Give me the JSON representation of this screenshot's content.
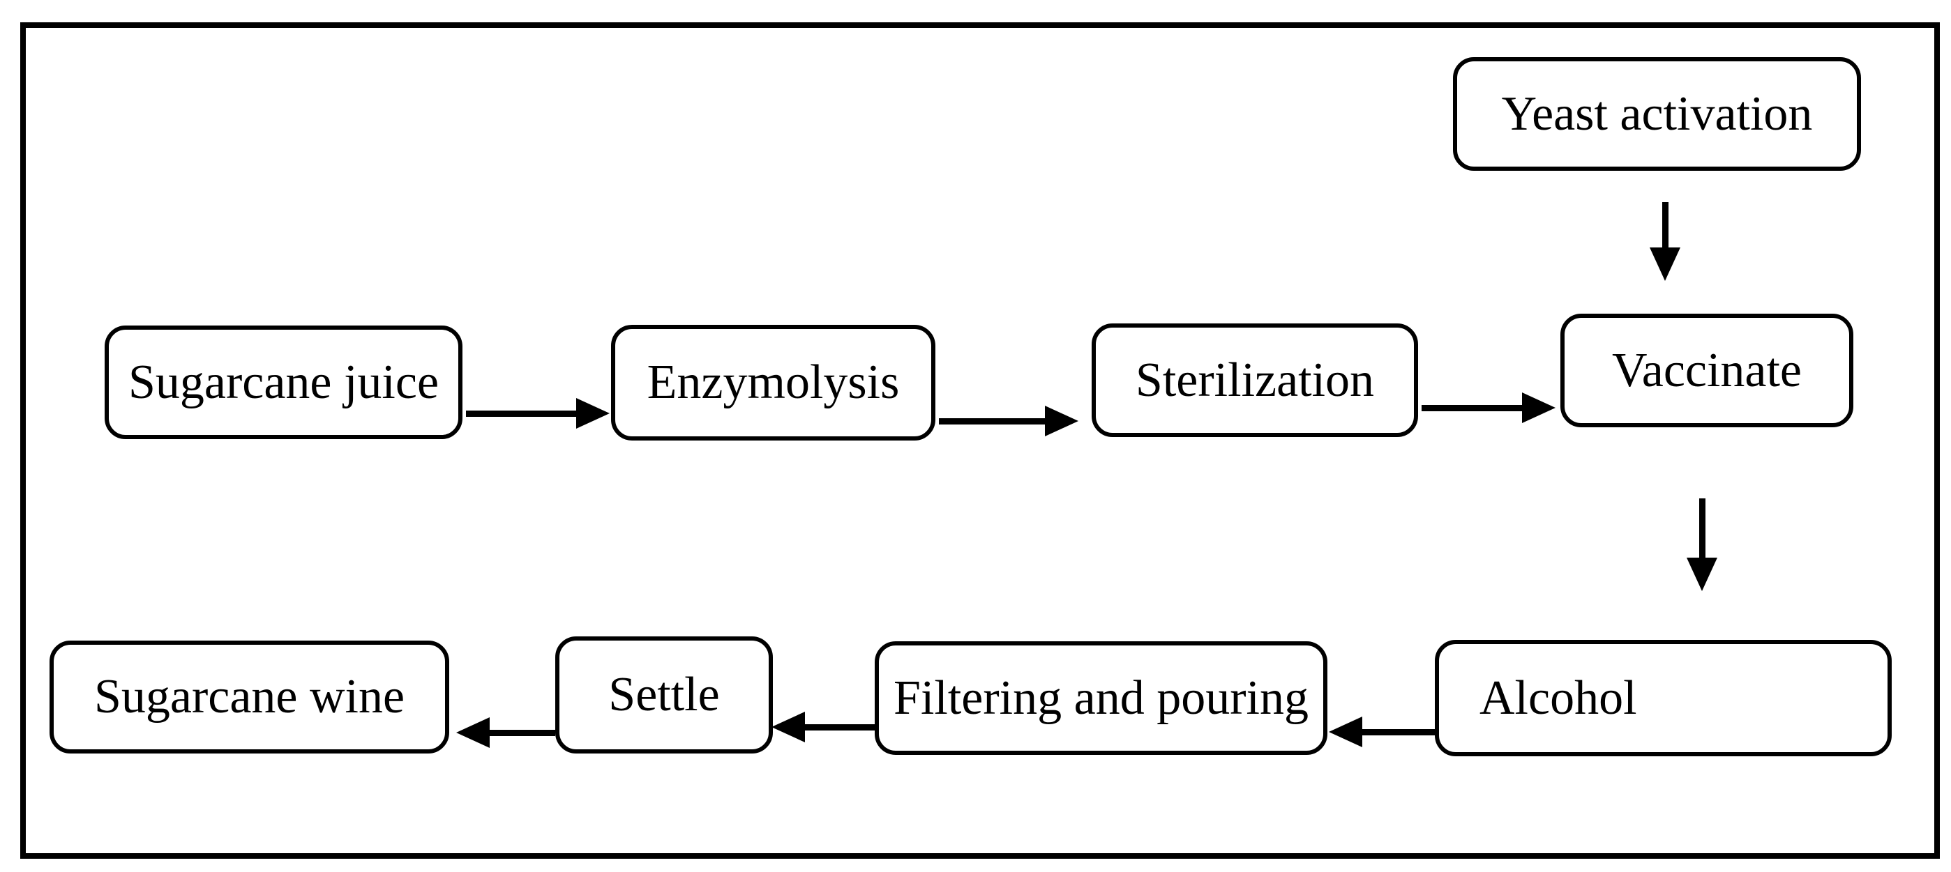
{
  "diagram": {
    "colors": {
      "ink": "#000000",
      "background": "#ffffff"
    },
    "nodes": [
      {
        "id": "yeast-activation",
        "label": "Yeast activation"
      },
      {
        "id": "sugarcane-juice",
        "label": "Sugarcane juice"
      },
      {
        "id": "enzymolysis",
        "label": "Enzymolysis"
      },
      {
        "id": "sterilization",
        "label": "Sterilization"
      },
      {
        "id": "vaccinate",
        "label": "Vaccinate"
      },
      {
        "id": "alcohol",
        "label": "Alcohol"
      },
      {
        "id": "filtering-and-pouring",
        "label": "Filtering and pouring"
      },
      {
        "id": "settle",
        "label": "Settle"
      },
      {
        "id": "sugarcane-wine",
        "label": "Sugarcane wine"
      }
    ],
    "edges": [
      {
        "from": "sugarcane-juice",
        "to": "enzymolysis",
        "direction": "right"
      },
      {
        "from": "enzymolysis",
        "to": "sterilization",
        "direction": "right"
      },
      {
        "from": "sterilization",
        "to": "vaccinate",
        "direction": "right"
      },
      {
        "from": "yeast-activation",
        "to": "vaccinate",
        "direction": "down"
      },
      {
        "from": "vaccinate",
        "to": "alcohol",
        "direction": "down"
      },
      {
        "from": "alcohol",
        "to": "filtering-and-pouring",
        "direction": "left"
      },
      {
        "from": "filtering-and-pouring",
        "to": "settle",
        "direction": "left"
      },
      {
        "from": "settle",
        "to": "sugarcane-wine",
        "direction": "left"
      }
    ]
  }
}
